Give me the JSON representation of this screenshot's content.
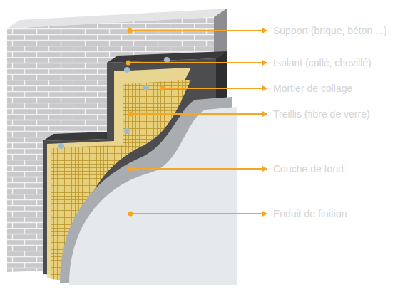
{
  "diagram": {
    "labels": [
      "Support (brique, béton ...)",
      "Isolant (collé, chevillé)",
      "Mortier de collage",
      "Treillis (fibre de verre)",
      "Couche de fond",
      "Enduit de finition"
    ]
  }
}
